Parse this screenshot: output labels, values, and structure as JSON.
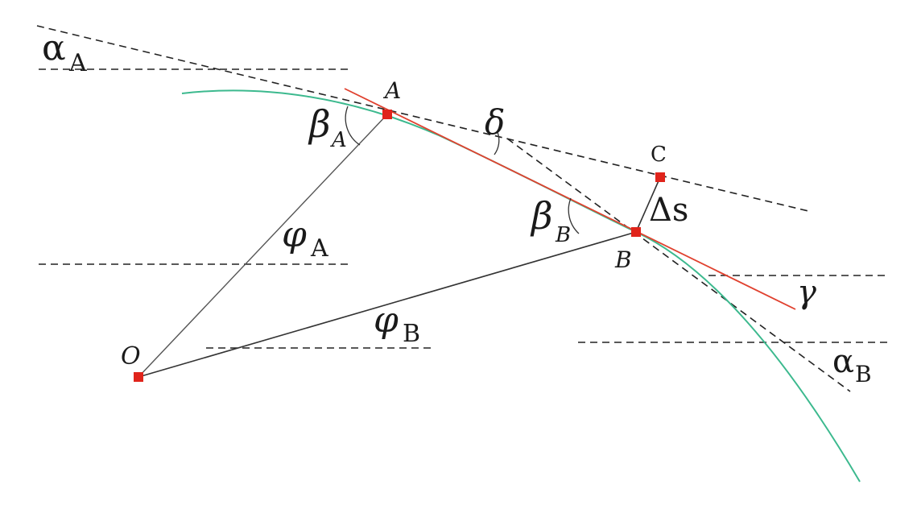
{
  "colors": {
    "curve": "#3cb98e",
    "chord": "#e0412f",
    "point": "#e0241b",
    "construction": "#222222",
    "radius": "#555555"
  },
  "labels": {
    "point_o": "O",
    "point_a": "A",
    "point_b": "B",
    "point_c": "C",
    "alpha_a_main": "α",
    "alpha_a_sub": "A",
    "alpha_b_main": "α",
    "alpha_b_sub": "B",
    "beta_a_main": "β",
    "beta_a_sub": "A",
    "beta_b_main": "β",
    "beta_b_sub": "B",
    "phi_a_main": "φ",
    "phi_a_sub": "A",
    "phi_b_main": "φ",
    "phi_b_sub": "B",
    "delta": "δ",
    "gamma": "γ",
    "delta_s": "Δs"
  }
}
